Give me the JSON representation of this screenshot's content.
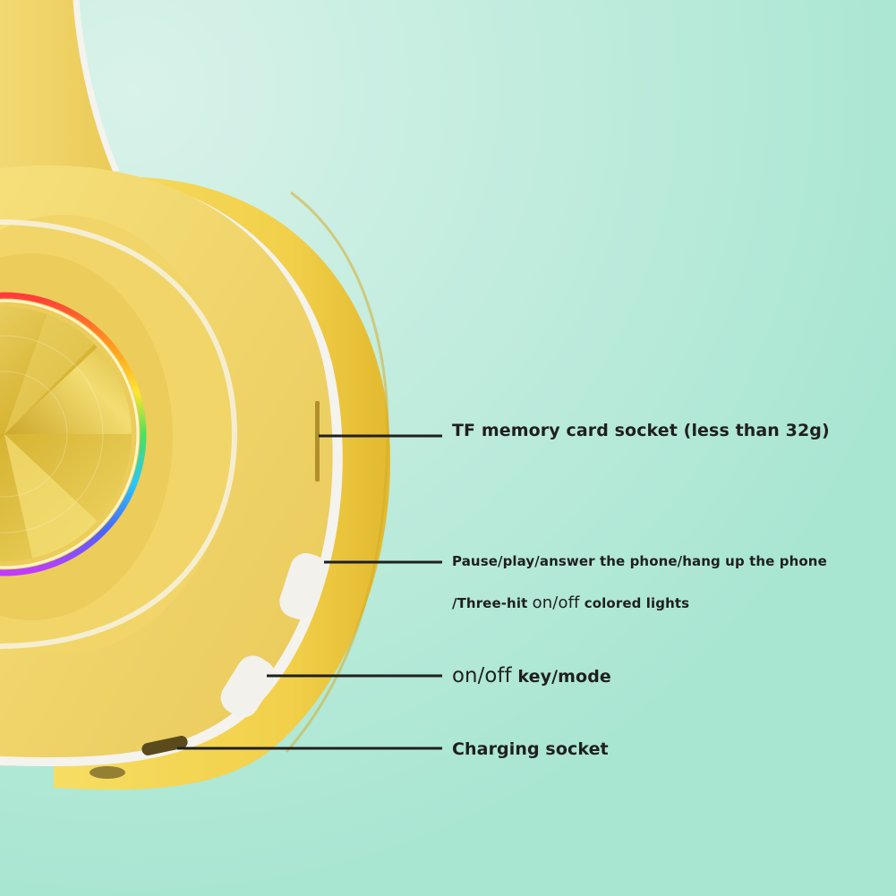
{
  "colors": {
    "background": "#a9e6d2",
    "headphone_yellow": "#f4d86a",
    "headphone_shadow": "#d9b63e",
    "cushion_yellow": "#f2d34e",
    "trim_white": "#f5f3ee",
    "leader_line": "#1f1f1f",
    "label_text": "#1f1f1f"
  },
  "icons": {
    "product": "wireless-headphone-earcup",
    "light_ring": "rgb-led-ring"
  },
  "callouts": {
    "tf_socket": "TF memory card socket (less than 32g)",
    "pause_line1": "Pause/play/answer the phone/hang up the phone",
    "pause_line2_prefix": "/Three-hit ",
    "pause_line2_onoff": "on/off",
    "pause_line2_suffix": " colored lights",
    "power_onoff": "on/off",
    "power_suffix": " key/mode",
    "charging": "Charging socket"
  }
}
